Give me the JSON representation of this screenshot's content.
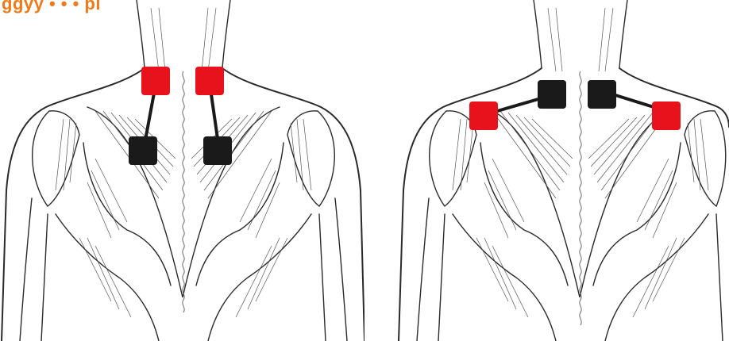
{
  "header": {
    "text": "ggyy • • • pi"
  },
  "colors": {
    "accent_orange": "#f07a1a",
    "electrode_red": "#e8121c",
    "electrode_black": "#1a1a1a",
    "line_art": "#2a2a2a"
  },
  "diagrams": [
    {
      "name": "neck-trapezius-placement",
      "electrodes": [
        {
          "color": "red",
          "region": "upper-neck-left"
        },
        {
          "color": "red",
          "region": "upper-neck-right"
        },
        {
          "color": "black",
          "region": "mid-trapezius-left"
        },
        {
          "color": "black",
          "region": "mid-trapezius-right"
        }
      ]
    },
    {
      "name": "shoulder-placement",
      "electrodes": [
        {
          "color": "black",
          "region": "lower-neck-left"
        },
        {
          "color": "black",
          "region": "lower-neck-right"
        },
        {
          "color": "red",
          "region": "shoulder-left"
        },
        {
          "color": "red",
          "region": "shoulder-right"
        }
      ]
    }
  ]
}
